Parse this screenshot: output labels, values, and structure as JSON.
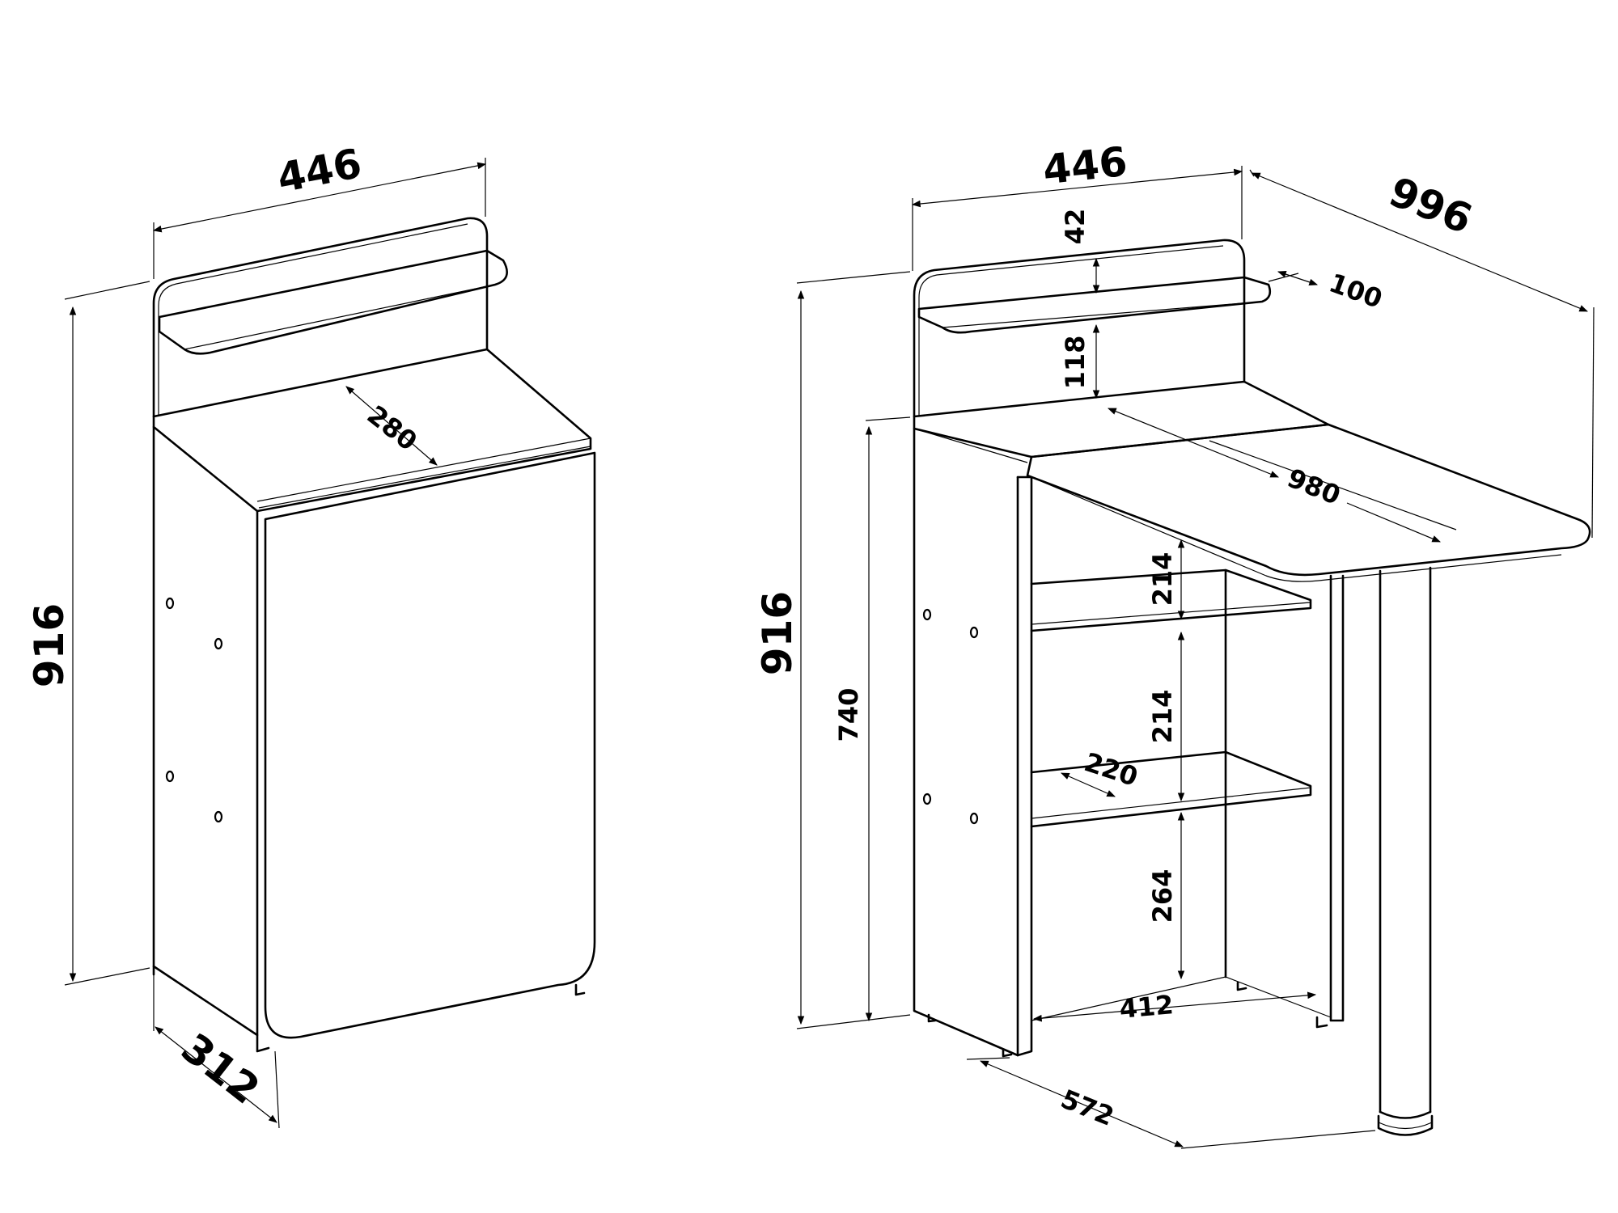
{
  "diagram": {
    "cabinet_closed": {
      "width": "446",
      "height": "916",
      "depth": "312",
      "shelf_depth": "280"
    },
    "cabinet_open": {
      "width": "446",
      "total_depth": "996",
      "height": "916",
      "table_height": "740",
      "top_shelf_thickness": "42",
      "top_shelf_depth": "100",
      "top_shelf_clearance": "118",
      "table_length": "980",
      "shelf_gap_upper": "214",
      "shelf_gap_middle": "214",
      "shelf_gap_lower": "264",
      "shelf_depth": "220",
      "inner_width": "412",
      "base_depth": "572"
    }
  }
}
